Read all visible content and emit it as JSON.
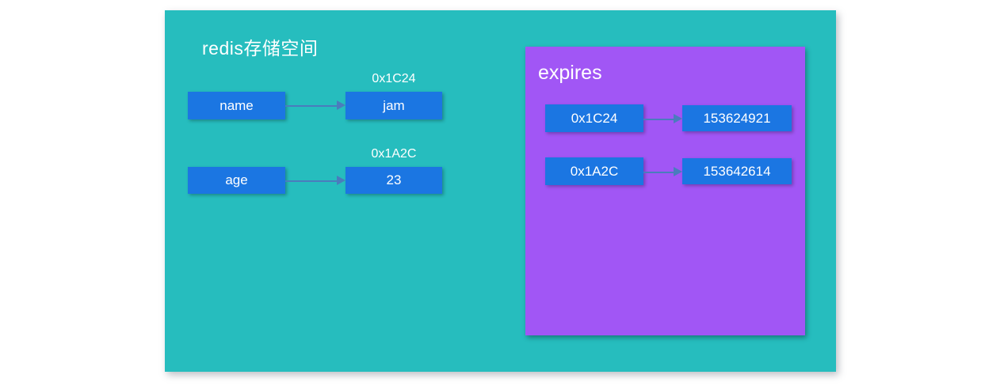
{
  "colors": {
    "page_bg": "#ffffff",
    "storage_panel": "#26bdbe",
    "expires_panel": "#a156f5",
    "value_box": "#1b76e2",
    "arrow": "#4a7cbd",
    "text": "#ffffff"
  },
  "storage": {
    "title": "redis存储空间",
    "rows": [
      {
        "key": "name",
        "address": "0x1C24",
        "value": "jam"
      },
      {
        "key": "age",
        "address": "0x1A2C",
        "value": "23"
      }
    ]
  },
  "expires": {
    "title": "expires",
    "rows": [
      {
        "address": "0x1C24",
        "timestamp": "153624921"
      },
      {
        "address": "0x1A2C",
        "timestamp": "153642614"
      }
    ]
  }
}
